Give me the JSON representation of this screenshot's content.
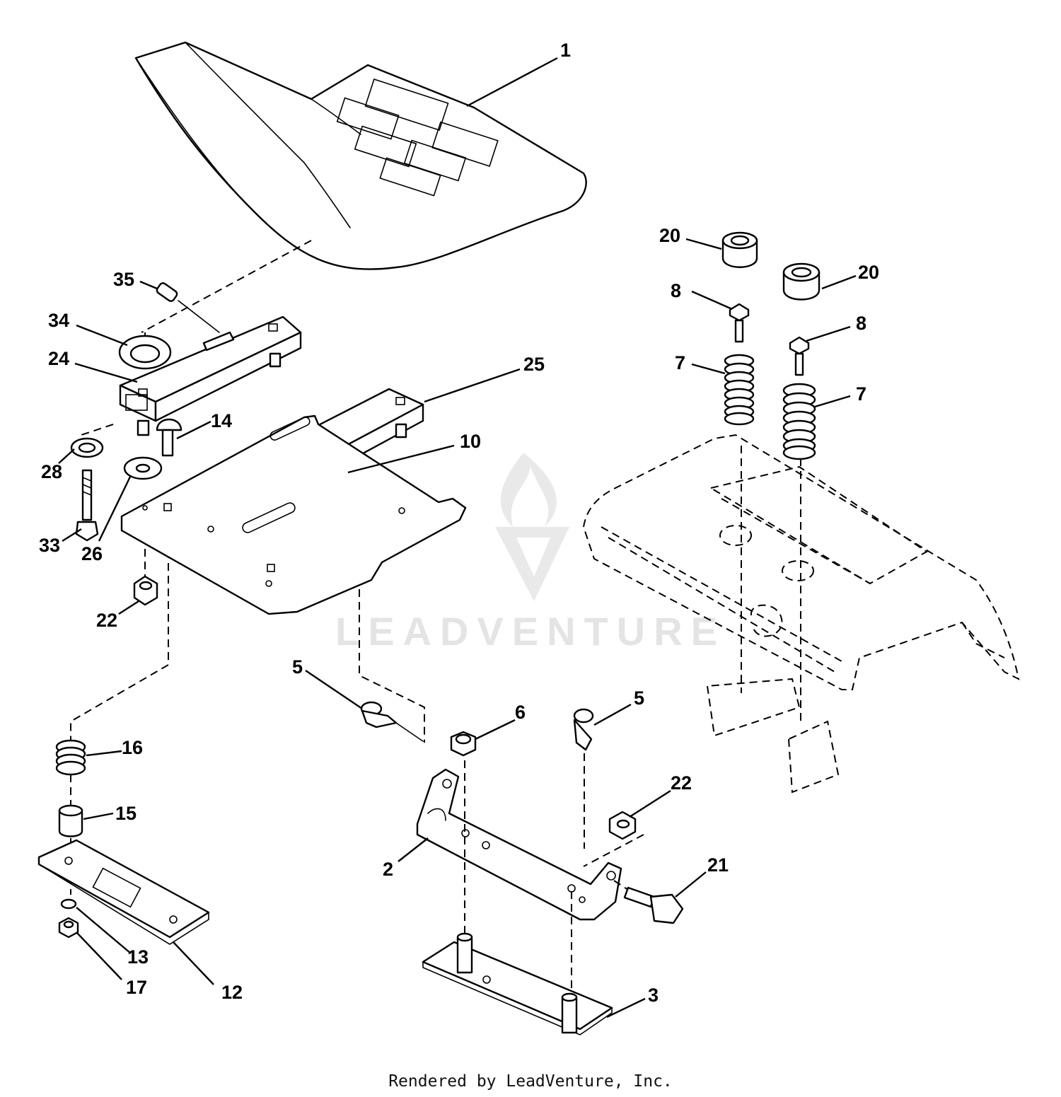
{
  "diagram": {
    "callouts": [
      {
        "id": "c1",
        "label": "1"
      },
      {
        "id": "c20a",
        "label": "20"
      },
      {
        "id": "c20b",
        "label": "20"
      },
      {
        "id": "c8a",
        "label": "8"
      },
      {
        "id": "c8b",
        "label": "8"
      },
      {
        "id": "c7a",
        "label": "7"
      },
      {
        "id": "c7b",
        "label": "7"
      },
      {
        "id": "c35",
        "label": "35"
      },
      {
        "id": "c34",
        "label": "34"
      },
      {
        "id": "c24",
        "label": "24"
      },
      {
        "id": "c25",
        "label": "25"
      },
      {
        "id": "c14",
        "label": "14"
      },
      {
        "id": "c10",
        "label": "10"
      },
      {
        "id": "c28",
        "label": "28"
      },
      {
        "id": "c33",
        "label": "33"
      },
      {
        "id": "c26",
        "label": "26"
      },
      {
        "id": "c22a",
        "label": "22"
      },
      {
        "id": "c5a",
        "label": "5"
      },
      {
        "id": "c6",
        "label": "6"
      },
      {
        "id": "c5b",
        "label": "5"
      },
      {
        "id": "c16",
        "label": "16"
      },
      {
        "id": "c15",
        "label": "15"
      },
      {
        "id": "c22b",
        "label": "22"
      },
      {
        "id": "c21",
        "label": "21"
      },
      {
        "id": "c2",
        "label": "2"
      },
      {
        "id": "c13",
        "label": "13"
      },
      {
        "id": "c17",
        "label": "17"
      },
      {
        "id": "c12",
        "label": "12"
      },
      {
        "id": "c3",
        "label": "3"
      }
    ]
  },
  "watermark": {
    "text": "LEADVENTURE",
    "color": "#cfcfcf",
    "icon": "flame-v-logo"
  },
  "footer": {
    "text": "Rendered by LeadVenture, Inc."
  }
}
